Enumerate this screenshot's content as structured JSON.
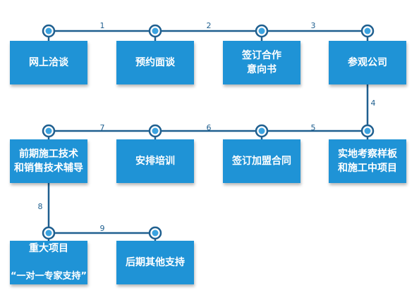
{
  "colors": {
    "accent": "#1f93d6",
    "line": "#1f5f8f",
    "text": "#ffffff",
    "node_fill": "#3ba3e0"
  },
  "steps": [
    {
      "label": "网上洽谈"
    },
    {
      "label": "预约面谈"
    },
    {
      "label": "签订合作\n意向书"
    },
    {
      "label": "参观公司"
    },
    {
      "label": "实地考察样板\n和施工中项目"
    },
    {
      "label": "签订加盟合同"
    },
    {
      "label": "安排培训"
    },
    {
      "label": "前期施工技术\n和销售技术辅导"
    },
    {
      "label": "重大项目",
      "sublabel": "“一对一专家支持”"
    },
    {
      "label": "后期其他支持"
    }
  ],
  "connectors": [
    {
      "number": "1"
    },
    {
      "number": "2"
    },
    {
      "number": "3"
    },
    {
      "number": "4"
    },
    {
      "number": "5"
    },
    {
      "number": "6"
    },
    {
      "number": "7"
    },
    {
      "number": "8"
    },
    {
      "number": "9"
    }
  ]
}
